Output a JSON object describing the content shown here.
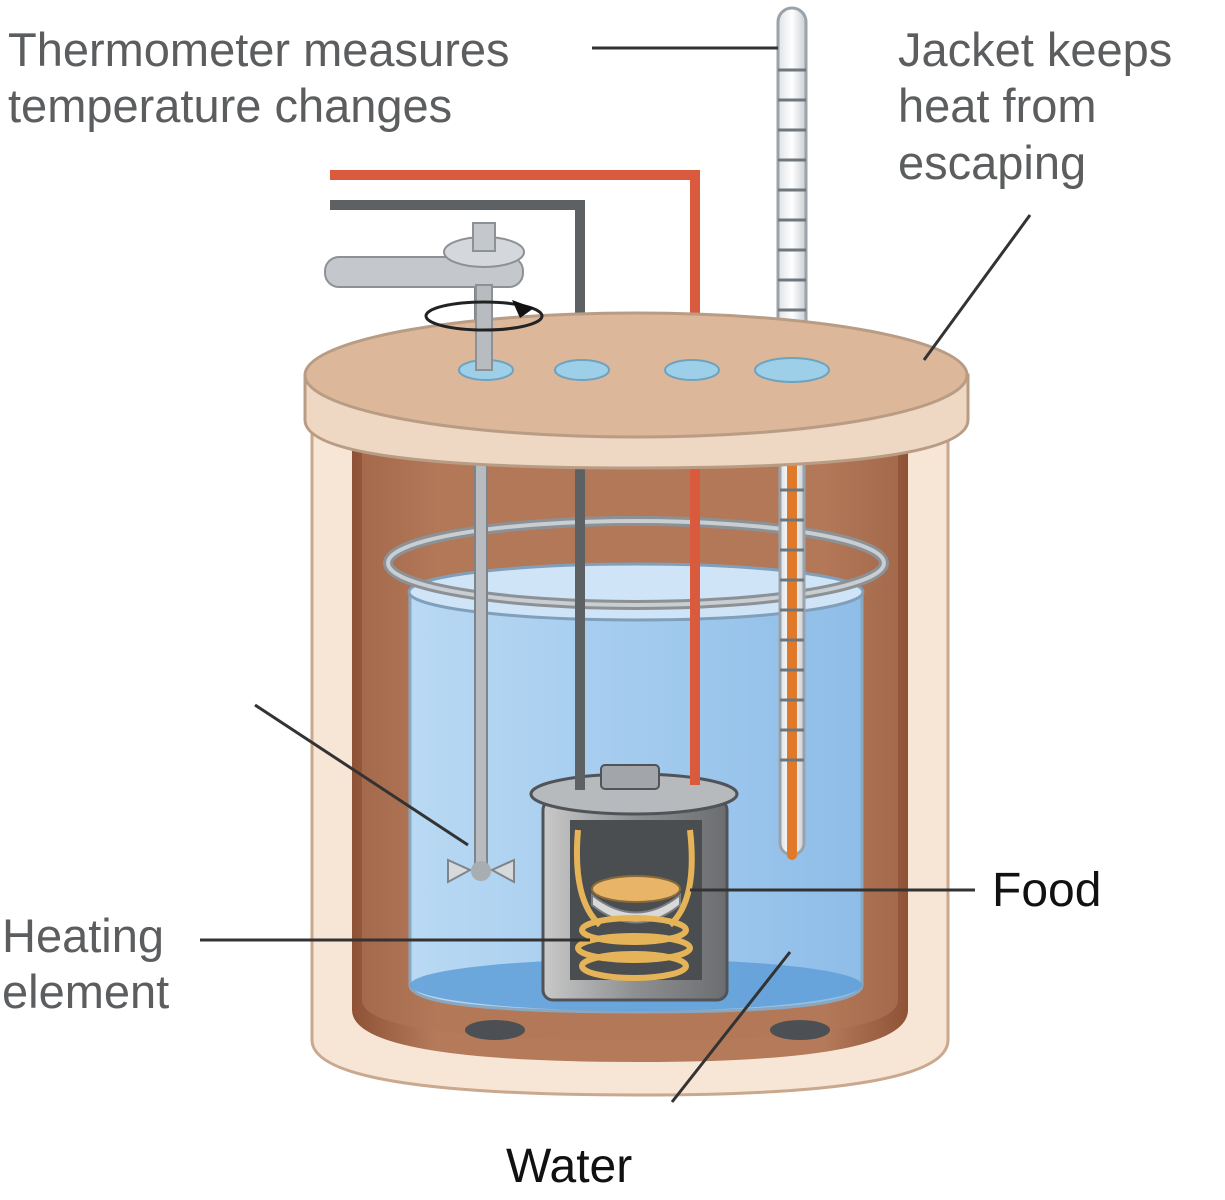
{
  "labels": {
    "thermometer": [
      "Thermometer measures",
      "temperature changes"
    ],
    "jacket": [
      "Jacket keeps",
      "heat from",
      "escaping"
    ],
    "heating": [
      "Heating",
      "element"
    ],
    "food": "Food",
    "water": "Water"
  },
  "colors": {
    "background": "#ffffff",
    "jacket_outer": "#f7e6d6",
    "jacket_inner": "#a8694a",
    "lid_top": "#ddb79a",
    "water": "#a7cdee",
    "water_deep": "#7fb2e0",
    "red_wire": "#d95a3c",
    "gray_wire": "#5d6164",
    "thermometer_fill": "#e07a2a",
    "food": "#e8b468",
    "label_gray": "#5b5d5f",
    "label_dark": "#111111"
  }
}
